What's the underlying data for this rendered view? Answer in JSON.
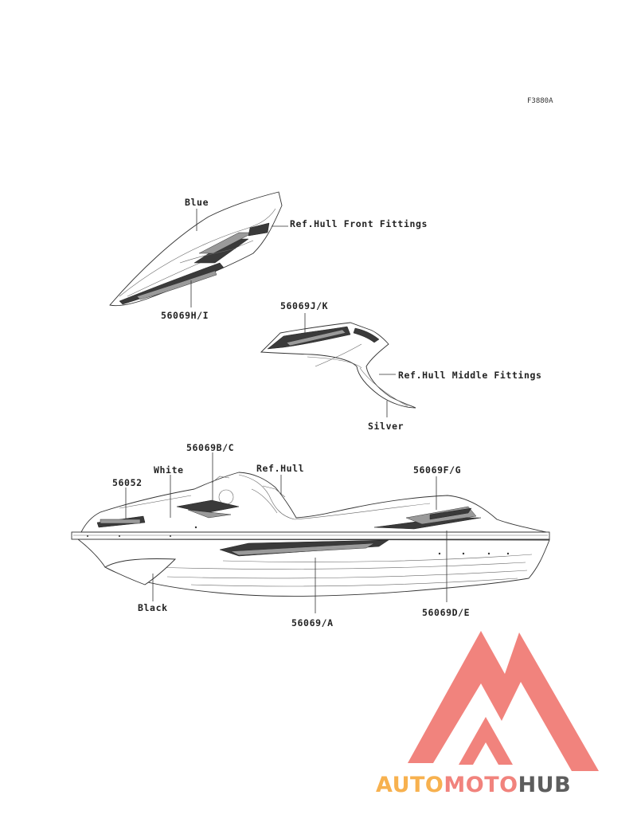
{
  "figure_code": "F3880A",
  "labels": {
    "blue": "Blue",
    "ref_hull_front": "Ref.Hull Front Fittings",
    "part_h_i": "56069H/I",
    "part_j_k": "56069J/K",
    "ref_hull_middle": "Ref.Hull Middle Fittings",
    "silver": "Silver",
    "part_b_c": "56069B/C",
    "white": "White",
    "ref_hull": "Ref.Hull",
    "part_56052": "56052",
    "part_f_g": "56069F/G",
    "black": "Black",
    "part_a": "56069/A",
    "part_d_e": "56069D/E"
  },
  "watermark": {
    "part1": "AUTO",
    "part2": "MOTO",
    "part3": "HUB",
    "colors": {
      "orange": "#f7b14f",
      "salmon": "#f1837d",
      "gray": "#5d5d5d"
    }
  }
}
